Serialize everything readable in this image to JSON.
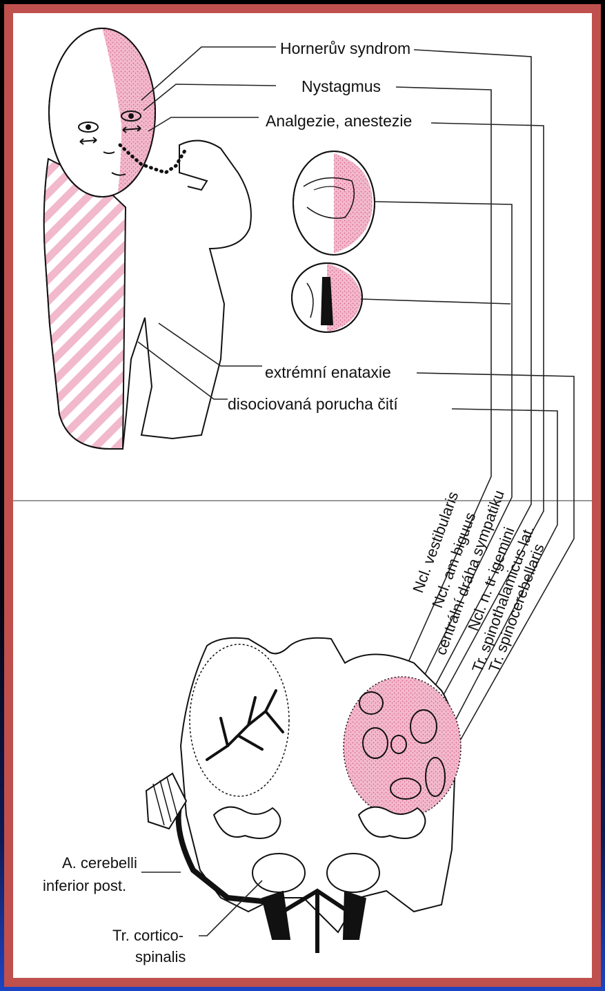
{
  "labels": {
    "horner": "Hornerův syndrom",
    "nystagmus": "Nystagmus",
    "analgezie": "Analgezie, anestezie",
    "enataxie": "extrémní enataxie",
    "disociovana": "disociovaná porucha čití",
    "ncl_vestibularis": "Ncl. vestibularis",
    "ncl_ambiguus": "Ncl. am biguus",
    "centralni_draha": "centrální dráha sympatiku",
    "ncl_trigemini": "Ncl. n. tr igemini",
    "tr_spinothalamicus": "Tr. spinothalamicus lat.",
    "tr_spinocerebellaris": "Tr. spinocerebellaris",
    "a_cerebelli_1": "A. cerebelli",
    "a_cerebelli_2": "inferior post.",
    "tr_cortico_1": "Tr. cortico-",
    "tr_cortico_2": "spinalis"
  },
  "colors": {
    "frame": "#c0504d",
    "lesion_pink": "#f2b8cc",
    "lesion_stipple": "#d9567f",
    "ink": "#111111"
  }
}
